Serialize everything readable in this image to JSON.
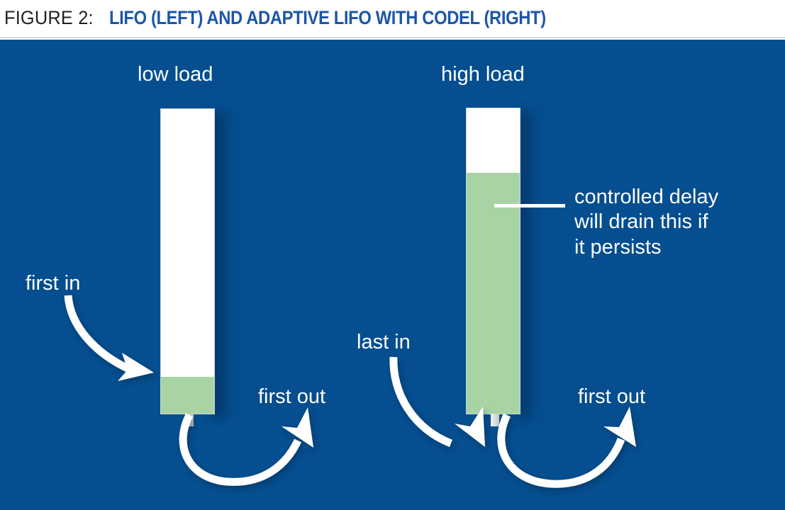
{
  "figure": {
    "title_prefix": "FIGURE 2:",
    "title_main": "LIFO (LEFT) AND ADAPTIVE LIFO WITH CODEL (RIGHT)"
  },
  "colors": {
    "panel_background": "#054e8f",
    "queue_fill": "#a8d4a5",
    "queue_empty": "#ffffff",
    "title_accent": "#1c56a8",
    "title_prefix_color": "#231f20",
    "label_text": "#ffffff"
  },
  "panels": {
    "left": {
      "heading": "low load",
      "in_label": "first in",
      "out_label": "first out",
      "queue_fill_percent": 12
    },
    "right": {
      "heading": "high load",
      "in_label": "last in",
      "out_label": "first out",
      "queue_fill_percent": 79,
      "annotation_line1": "controlled delay",
      "annotation_line2": "will drain this if",
      "annotation_line3": "it persists"
    }
  }
}
